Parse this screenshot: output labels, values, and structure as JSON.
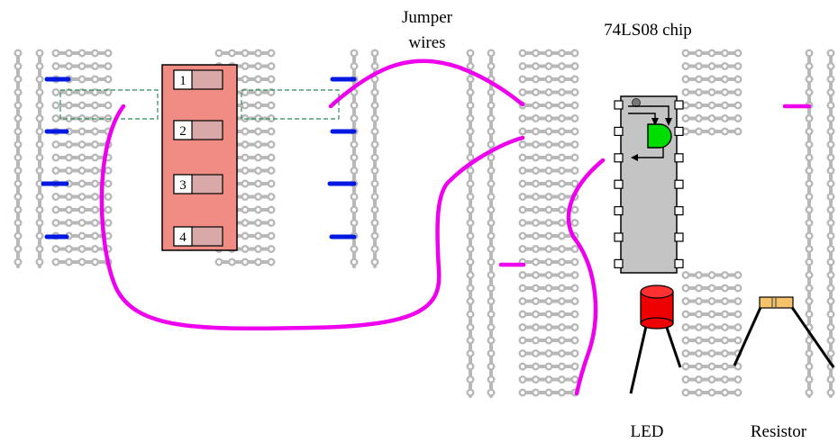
{
  "labels": {
    "jumper_line1": "Jumper",
    "jumper_line2": "wires",
    "chip": "74LS08 chip",
    "led": "LED",
    "resistor": "Resistor"
  },
  "dip_switch": {
    "positions": [
      "1",
      "2",
      "3",
      "4"
    ]
  },
  "colors": {
    "breadboard_trace": "#b8b8b8",
    "hole": "#ffffff",
    "jumper_wire": "#ee00ee",
    "short_wire": "#0018e0",
    "dip_body": "#f08c84",
    "dip_slot": "#d9a9a9",
    "chip_body": "#c4c4c4",
    "and_gate": "#00dd00",
    "led": "#ee0000",
    "resistor": "#f5c26b",
    "selection_box": "#2e8b57"
  },
  "icons": [
    "and-gate-icon",
    "led-icon",
    "resistor-icon",
    "dip-switch-icon",
    "chip-icon"
  ]
}
